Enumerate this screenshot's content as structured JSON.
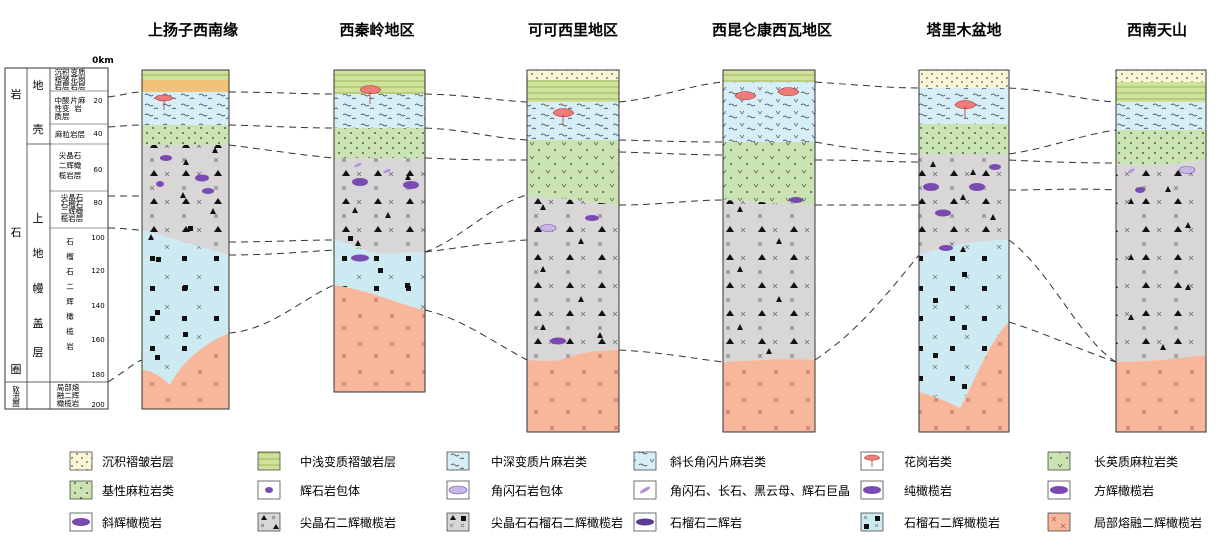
{
  "region_titles": [
    "上扬子西南缘",
    "西秦岭地区",
    "可可西里地区",
    "西昆仑康西瓦地区",
    "塔里木盆地",
    "西南天山"
  ],
  "depth_axis": {
    "unit": "0km",
    "ticks": [
      "20",
      "40",
      "60",
      "80",
      "100",
      "120",
      "140",
      "160",
      "180",
      "200"
    ]
  },
  "left_column": {
    "col1": {
      "yan": "岩",
      "shi": "石",
      "quan": "圈",
      "ruan": "软",
      "liu": "流",
      "quan2": "圈"
    },
    "col2": {
      "di": "地",
      "qiao": "壳",
      "upper_mantle": [
        "上",
        "地",
        "幔",
        "盖",
        "层"
      ]
    },
    "col3": {
      "l1": [
        "沉积",
        "褶皱",
        "岩层"
      ],
      "l1b": [
        "变质",
        "花岗",
        "岩层"
      ],
      "l2": [
        "中酸",
        "性变",
        "质层"
      ],
      "l2b": [
        "片麻",
        "岩"
      ],
      "l3": "麻粒岩层",
      "l4": [
        "尖晶石",
        "二辉橄",
        "榄岩层"
      ],
      "l5": [
        "尖晶石",
        "石榴石",
        "二辉橄",
        "榄岩层"
      ],
      "l6": [
        "石",
        "榴",
        "石",
        "二",
        "辉",
        "橄",
        "榄",
        "岩"
      ],
      "l7": [
        "局部熔",
        "融二辉",
        "橄榄岩"
      ]
    }
  },
  "legend": [
    {
      "label": "沉积褶皱岩层",
      "pattern": "sediment"
    },
    {
      "label": "中浅变质褶皱岩层",
      "pattern": "green-lines"
    },
    {
      "label": "中深变质片麻岩类",
      "pattern": "blue-wave"
    },
    {
      "label": "斜长角闪片麻岩类",
      "pattern": "v-wave"
    },
    {
      "label": "花岗岩类",
      "pattern": "granite"
    },
    {
      "label": "长英质麻粒岩类",
      "pattern": "green-v"
    },
    {
      "label": "基性麻粒岩类",
      "pattern": "green-dots"
    },
    {
      "label": "辉石岩包体",
      "pattern": "purple-blob"
    },
    {
      "label": "角闪石岩包体",
      "pattern": "amphibole-inclusion"
    },
    {
      "label": "角闪石、长石、黑云母、辉石巨晶",
      "pattern": "megacryst"
    },
    {
      "label": "纯橄榄岩",
      "pattern": "dunite"
    },
    {
      "label": "方辉橄榄岩",
      "pattern": "harzburgite"
    },
    {
      "label": "斜辉橄榄岩",
      "pattern": "clinopyroxene-peridotite"
    },
    {
      "label": "尖晶石二辉橄榄岩",
      "pattern": "spinel-lherzolite"
    },
    {
      "label": "尖晶石石榴石二辉橄榄岩",
      "pattern": "spinel-garnet-lherzolite"
    },
    {
      "label": "石榴石二辉岩",
      "pattern": "garnet-pyroxenite"
    },
    {
      "label": "石榴石二辉橄榄岩",
      "pattern": "garnet-lherzolite"
    },
    {
      "label": "局部熔融二辉橄榄岩",
      "pattern": "partial-melt"
    }
  ],
  "colors": {
    "sediment": "#fbf7d6",
    "green_lines": "#cfe29a",
    "blue_wave": "#d6eef7",
    "green_dots": "#c9e3b2",
    "gray": "#d8d6d6",
    "light_blue": "#cdeaf2",
    "salmon": "#f7b79a",
    "purple": "#7a4ab3",
    "granite": "#ee7a7a"
  }
}
